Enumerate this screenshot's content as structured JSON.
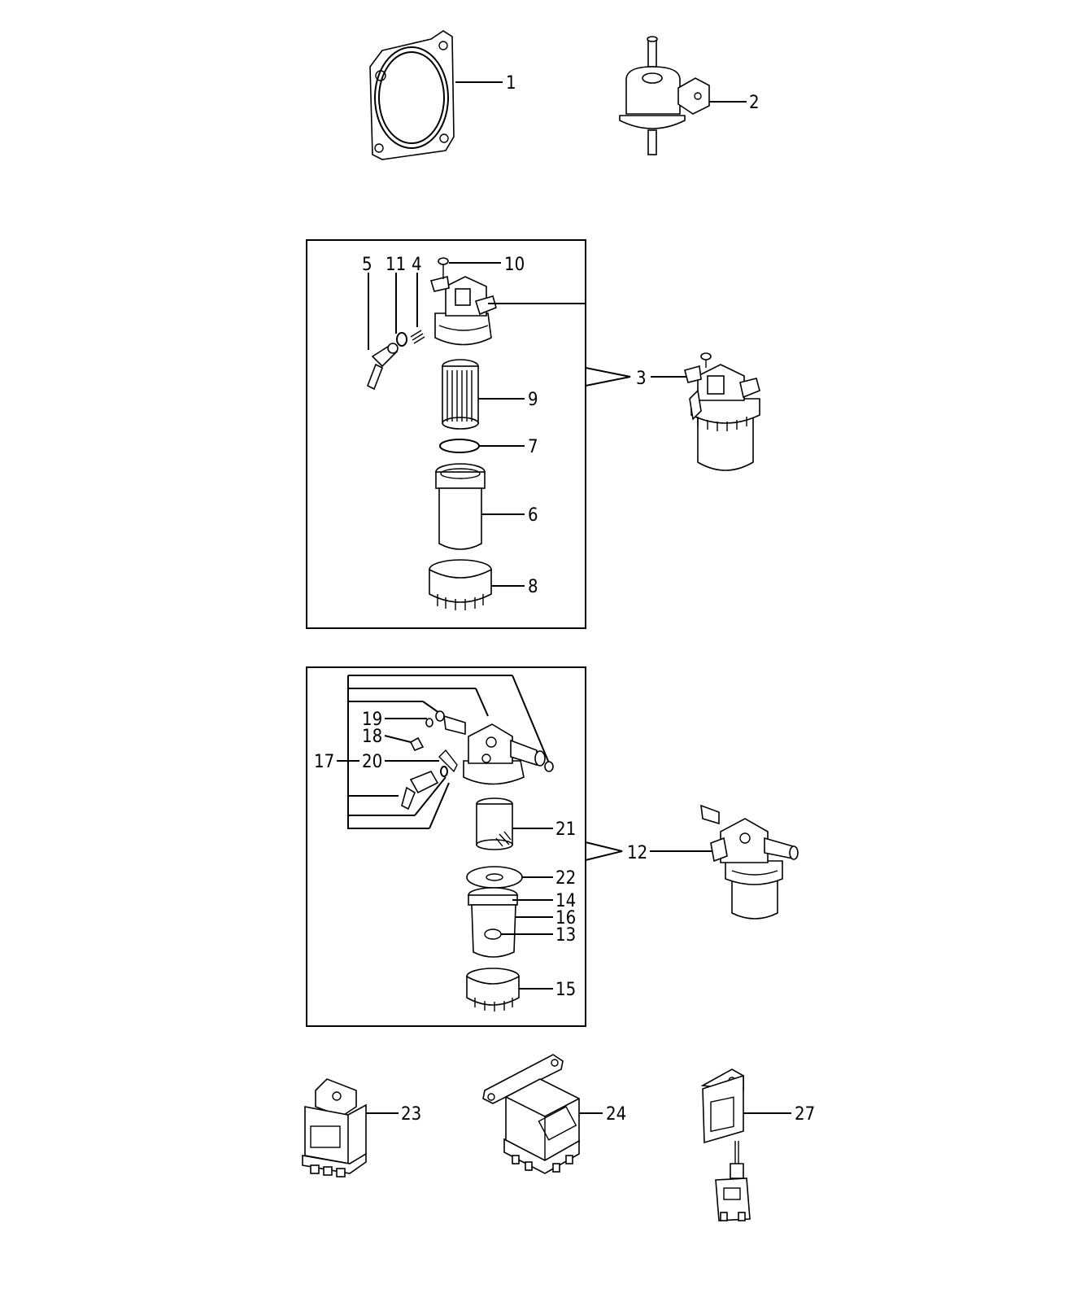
{
  "callouts": {
    "c1": "1",
    "c2": "2",
    "c3": "3",
    "c4": "4",
    "c5": "5",
    "c6": "6",
    "c7": "7",
    "c8": "8",
    "c9": "9",
    "c10": "10",
    "c11": "11",
    "c12": "12",
    "c13": "13",
    "c14": "14",
    "c15": "15",
    "c16": "16",
    "c17": "17",
    "c18": "18",
    "c19": "19",
    "c20": "20",
    "c21": "21",
    "c22": "22",
    "c23": "23",
    "c24": "24",
    "c27": "27"
  },
  "parts": {
    "p1": "gasket-icon",
    "p2": "fuel-pump-icon",
    "p3": "fuel-filter-assembly-icon",
    "p12": "water-separator-assembly-icon",
    "p23": "relay-icon",
    "p24": "relay-bracket-icon",
    "p27": "relay-connector-icon"
  },
  "colors": {
    "line": "#000000",
    "background": "#ffffff"
  }
}
